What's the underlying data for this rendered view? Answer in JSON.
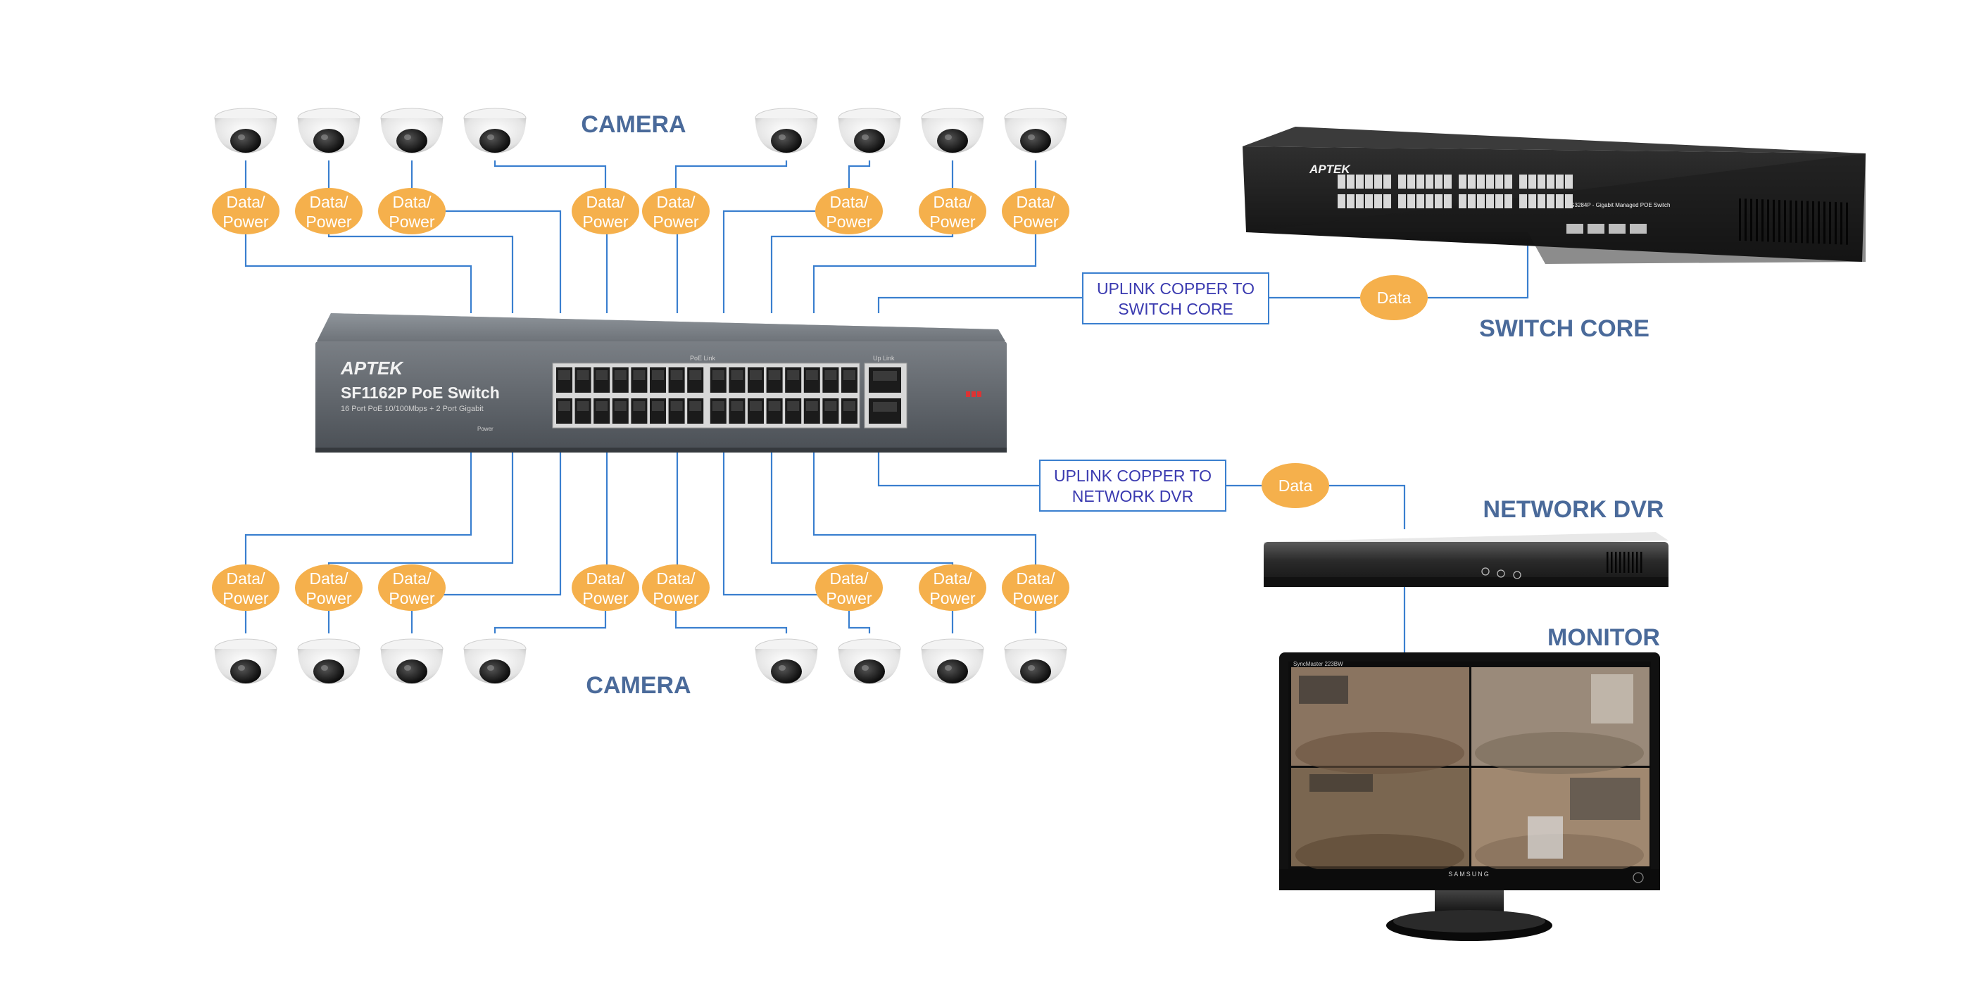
{
  "labels": {
    "camera_top": "CAMERA",
    "camera_bottom": "CAMERA",
    "switch_core": "SWITCH CORE",
    "network_dvr": "NETWORK DVR",
    "monitor": "MONITOR"
  },
  "pill": {
    "line1": "Data/",
    "line2": "Power"
  },
  "data_pill": "Data",
  "uplink_switch": {
    "line1": "UPLINK COPPER TO",
    "line2": "SWITCH CORE"
  },
  "uplink_dvr": {
    "line1": "UPLINK COPPER TO",
    "line2": "NETWORK DVR"
  },
  "poe_switch": {
    "brand": "APTEK",
    "model": "SF1162P PoE Switch",
    "desc": "16 Port PoE 10/100Mbps + 2 Port Gigabit",
    "poe_link_label": "PoE Link",
    "uplink_label": "Up Link",
    "power_label": "Power"
  },
  "core_switch": {
    "brand": "APTEK",
    "model": "SG3284P - Gigabit Managed POE Switch"
  },
  "monitor_device": {
    "top_label": "SyncMaster 223BW",
    "brand": "SAMSUNG"
  },
  "colors": {
    "title": "#4a6a9a",
    "pill": "#f5b04c",
    "wire": "#3a7fcf",
    "box_text": "#3a3ab0"
  }
}
